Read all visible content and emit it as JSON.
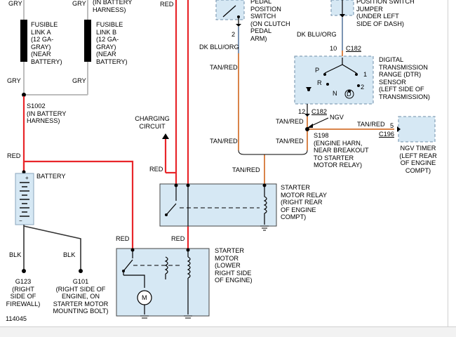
{
  "colors": {
    "red": "#e8262a",
    "tan": "#d9844a",
    "gray": "#bdbdbd",
    "blue_fill": "#d6e8f4",
    "black": "#000000"
  },
  "labels": {
    "fusible_a_top": "GRY",
    "fusible_b_top": "GRY",
    "harness_top": "(IN BATTERY\nHARNESS)",
    "red_top": "RED",
    "fusible_a": "FUSIBLE\nLINK A\n(12 GA-\nGRAY)\n(NEAR\nBATTERY)",
    "fusible_b": "FUSIBLE\nLINK B\n(12 GA-\nGRAY)\n(NEAR\nBATTERY)",
    "gry_a": "GRY",
    "gry_b": "GRY",
    "s1002": "S1002\n(IN BATTERY\nHARNESS)",
    "red_battery": "RED",
    "battery": "BATTERY",
    "blk_1": "BLK",
    "blk_2": "BLK",
    "g123": "G123\n(RIGHT\nSIDE OF\nFIREWALL)",
    "g101": "G101\n(RIGHT SIDE OF\nENGINE, ON\nSTARTER MOTOR\nMOUNTING BOLT)",
    "fig_num": "114045",
    "clutch_switch": "PEDAL\nPOSITION\nSWITCH\n(ON CLUTCH\nPEDAL\nARM)",
    "pin2_clutch": "2",
    "dkblu_1": "DK BLU/ORG",
    "tanred_1": "TAN/RED",
    "jumper": "POSITION SWITCH\nJUMPER\n(UNDER LEFT\nSIDE OF DASH)",
    "dkblu_2": "DK BLU/ORG",
    "pin10": "10",
    "c182_top": "C182",
    "dtr": "DIGITAL\nTRANSMISSION\nRANGE (DTR)\nSENSOR\n(LEFT SIDE OF\nTRANSMISSION)",
    "dtr_p": "P",
    "dtr_r": "R",
    "dtr_n": "N",
    "dtr_d": "D",
    "dtr_1": "1",
    "dtr_2": "2",
    "pin12": "12",
    "c182_bot": "C182",
    "ngv": "NGV",
    "tanred_2": "TAN/RED",
    "tanred_3": "TAN/RED",
    "pin5": "5",
    "c196": "C196",
    "s198": "S198\n(ENGINE HARN,\nNEAR BREAKOUT\nTO STARTER\nMOTOR RELAY)",
    "ngv_timer": "NGV TIMER\n(LEFT REAR\nOF ENGINE\nCOMPT)",
    "tanred_4": "TAN/RED",
    "tanred_5": "TAN/RED",
    "tanred_6": "TAN/RED",
    "charging": "CHARGING\nCIRCUIT",
    "red_relay": "RED",
    "relay": "STARTER\nMOTOR RELAY\n(RIGHT REAR\nOF ENGINE\nCOMPT)",
    "red_motor_1": "RED",
    "red_motor_2": "RED",
    "motor": "STARTER\nMOTOR\n(LOWER\nRIGHT SIDE\nOF ENGINE)",
    "motor_m": "M"
  }
}
